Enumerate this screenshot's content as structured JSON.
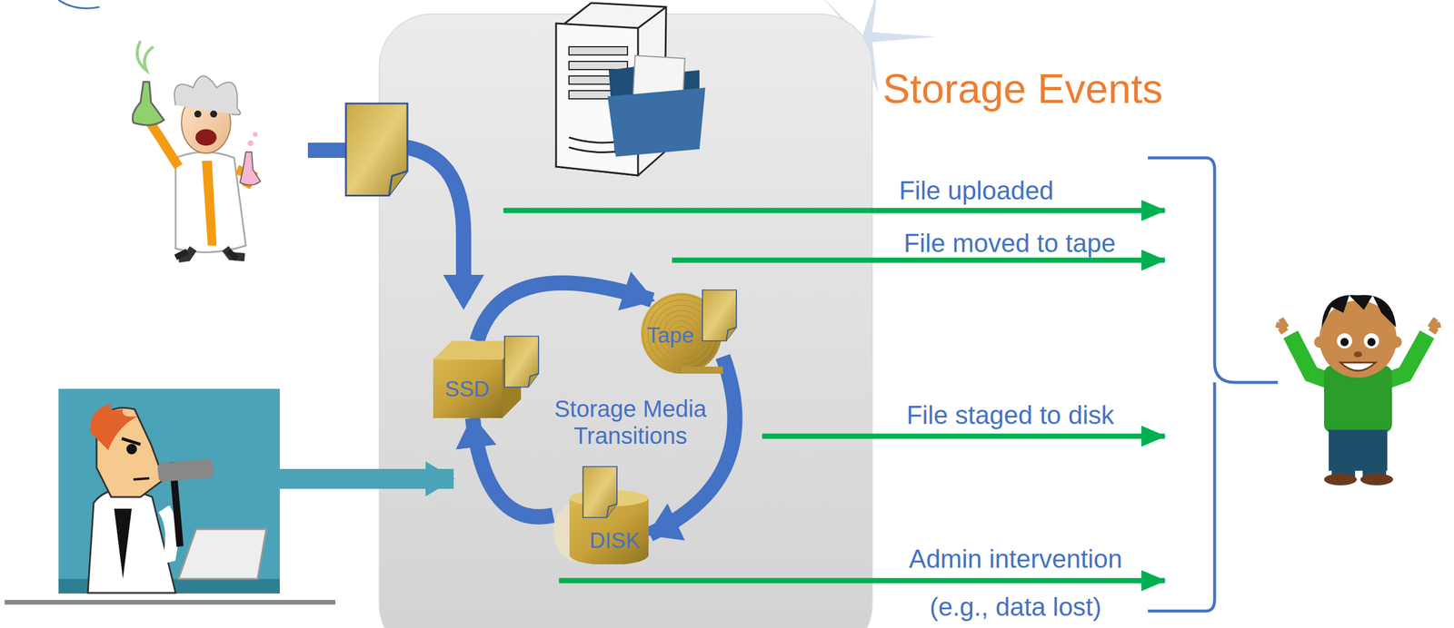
{
  "diagram": {
    "title": "Storage Events",
    "nodes": [
      {
        "text": [
          "SSD"
        ]
      },
      {
        "text": [
          "Tape"
        ]
      },
      {
        "text": [
          "DISK"
        ]
      }
    ],
    "edges": [
      {
        "from": 0,
        "to": 1,
        "arrow": "to"
      },
      {
        "from": 1,
        "to": 2,
        "arrow": "to"
      },
      {
        "from": 2,
        "to": 0,
        "arrow": "to"
      }
    ],
    "labels": [
      "Storage Media Transitions",
      "File uploaded",
      "File moved to tape",
      "File staged to disk",
      "Admin intervention",
      "(e.g., data lost)"
    ]
  }
}
